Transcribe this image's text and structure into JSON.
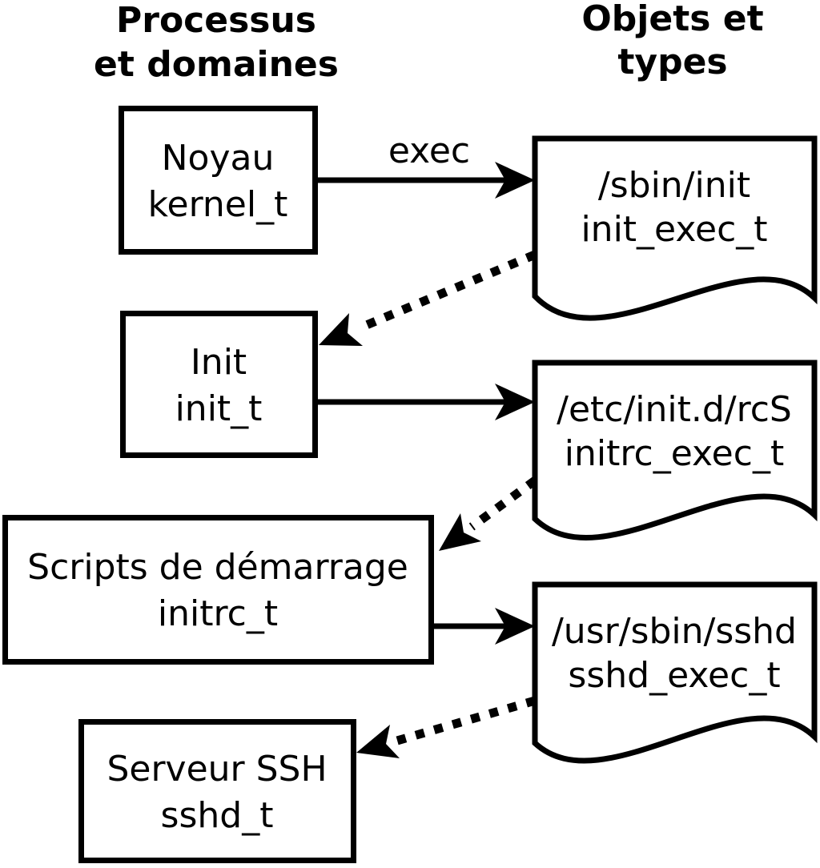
{
  "diagram": {
    "columns": {
      "left": {
        "line1": "Processus",
        "line2": "et domaines"
      },
      "right": {
        "line1": "Objets et",
        "line2": "types"
      }
    },
    "processes": [
      {
        "name": "Noyau",
        "domain": "kernel_t"
      },
      {
        "name": "Init",
        "domain": "init_t"
      },
      {
        "name": "Scripts de démarrage",
        "domain": "initrc_t"
      },
      {
        "name": "Serveur SSH",
        "domain": "sshd_t"
      }
    ],
    "objects": [
      {
        "path": "/sbin/init",
        "type": "init_exec_t"
      },
      {
        "path": "/etc/init.d/rcS",
        "type": "initrc_exec_t"
      },
      {
        "path": "/usr/sbin/sshd",
        "type": "sshd_exec_t"
      }
    ],
    "arrows": {
      "exec_label": "exec"
    },
    "colors": {
      "stroke": "#000000",
      "background": "#ffffff"
    }
  }
}
